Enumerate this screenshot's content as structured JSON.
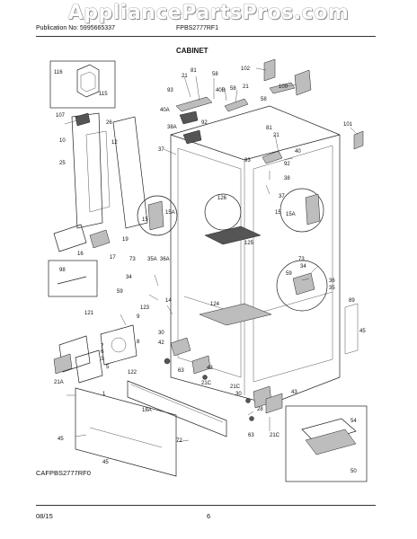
{
  "watermark": "AppliancePartsPros.com",
  "header": {
    "publication": "Publication No: 5995665337",
    "model": "FPBS2777RF1",
    "section": "CABINET"
  },
  "footer": {
    "catalog_code": "CAFPBS2777RF0",
    "date": "08/15",
    "page": "6"
  },
  "callouts": {
    "c116": "116",
    "c115": "115",
    "c102": "102",
    "c100": "100",
    "c81": "81",
    "c21a": "21",
    "c58a": "58",
    "c21b": "21",
    "c58b": "58",
    "c93": "93",
    "c40b": "40B",
    "c40a": "40A",
    "c38a": "38A",
    "c92a": "92",
    "c58c": "58",
    "c81b": "81",
    "c21c": "21",
    "c93b": "93",
    "c92b": "92",
    "c40": "40",
    "c38": "38",
    "c37a": "37",
    "c37b": "37",
    "c101": "101",
    "c107": "107",
    "c26": "26",
    "c10": "10",
    "c12": "12",
    "c25": "25",
    "c15a": "15",
    "c15b": "15A",
    "c126": "126",
    "c15c": "15",
    "c15d": "15A",
    "c125": "125",
    "c19": "19",
    "c17": "17",
    "c16": "16",
    "c98": "98",
    "c73a": "73",
    "c35a": "35A",
    "c36a": "36A",
    "c34a": "34",
    "c59a": "59",
    "c73b": "73",
    "c34b": "34",
    "c59b": "59",
    "c36": "36",
    "c35": "35",
    "c14": "14",
    "c89": "89",
    "c121": "121",
    "c123": "123",
    "c9": "9",
    "c124": "124",
    "c30a": "30",
    "c45a": "45",
    "c42": "42",
    "c8": "8",
    "c7": "7",
    "c6": "6",
    "c3": "3",
    "c5": "5",
    "c122": "122",
    "c63a": "63",
    "c43a": "43",
    "c21ca": "21C",
    "c21a2": "21A",
    "c1": "1",
    "c21cb": "21C",
    "c30b": "30",
    "c43b": "43",
    "c63b": "63",
    "c28": "28",
    "c21cc": "21C",
    "c18a": "18A",
    "c72": "72",
    "c45b": "45",
    "c45c": "45",
    "c54": "54",
    "c50": "50"
  }
}
